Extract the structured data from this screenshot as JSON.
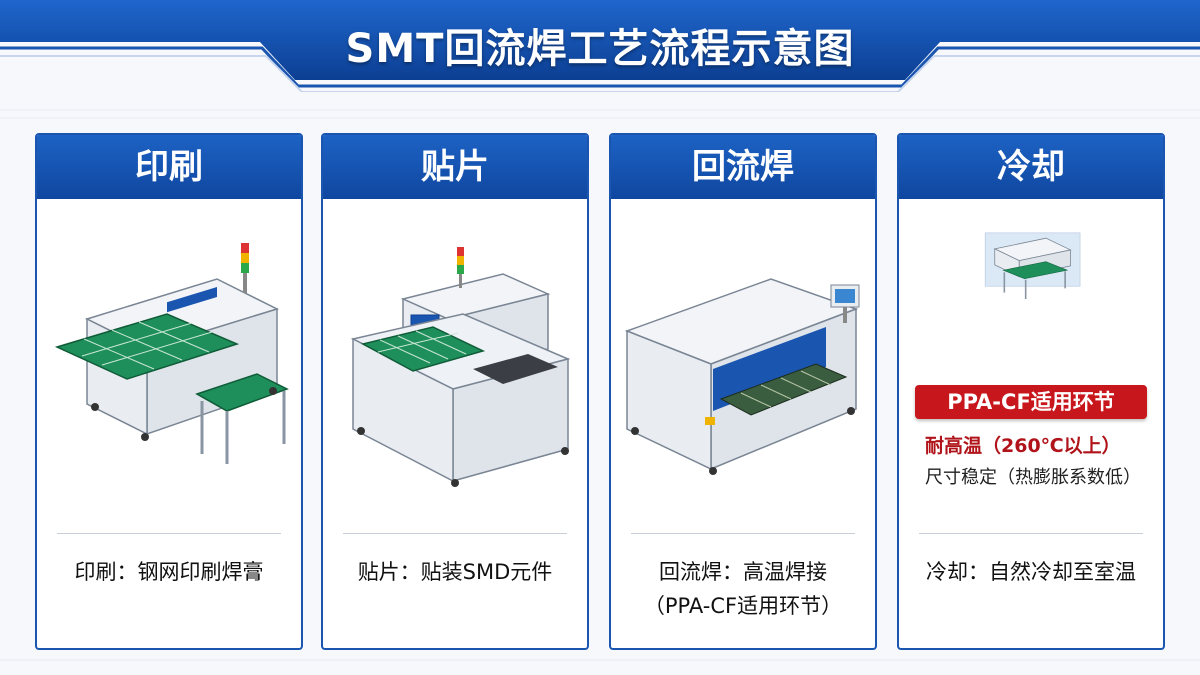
{
  "header": {
    "title": "SMT回流焊工艺流程示意图"
  },
  "colors": {
    "primary_blue": "#1a56b0",
    "accent_red": "#c8161d",
    "pcb_green": "#1e8f5a"
  },
  "steps": [
    {
      "title": "印刷",
      "caption_lines": [
        "印刷：钢网印刷焊膏"
      ],
      "icon": "screen-printer-machine-icon"
    },
    {
      "title": "贴片",
      "caption_lines": [
        "贴片：贴装SMD元件"
      ],
      "icon": "pick-and-place-machine-icon"
    },
    {
      "title": "回流焊",
      "caption_lines": [
        "回流焊：高温焊接",
        "（PPA-CF适用环节）"
      ],
      "icon": "reflow-oven-icon"
    },
    {
      "title": "冷却",
      "caption_lines": [
        "冷却：自然冷却至室温"
      ],
      "icon": "cooling-conveyor-icon",
      "badge": "PPA-CF适用环节",
      "properties": [
        "耐高温（260℃以上）",
        "尺寸稳定（热膨胀系数低）"
      ]
    }
  ]
}
